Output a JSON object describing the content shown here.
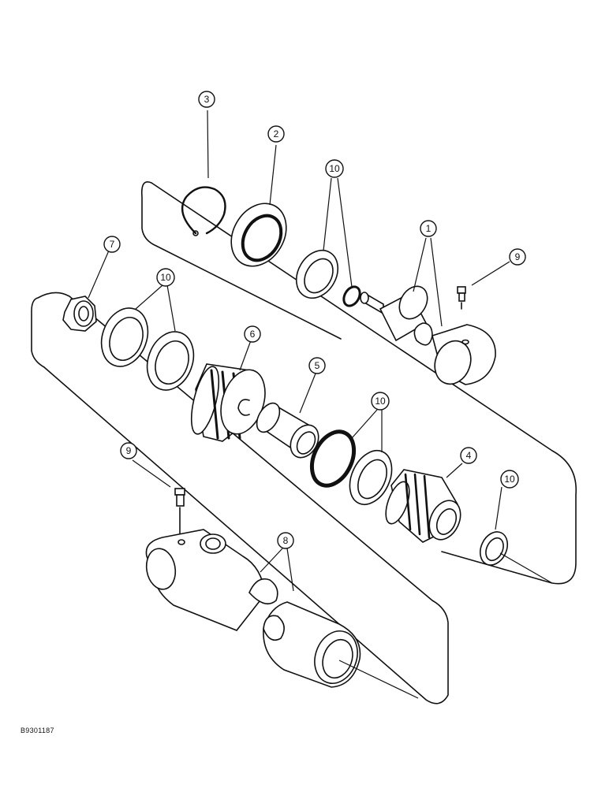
{
  "drawing_id": "B9301187",
  "callouts": {
    "c3": "3",
    "c2": "2",
    "c10_top": "10",
    "c1": "1",
    "c9_top": "9",
    "c7": "7",
    "c10_left": "10",
    "c6": "6",
    "c5": "5",
    "c10_mid": "10",
    "c4": "4",
    "c10_right": "10",
    "c9_bottom": "9",
    "c8": "8"
  }
}
